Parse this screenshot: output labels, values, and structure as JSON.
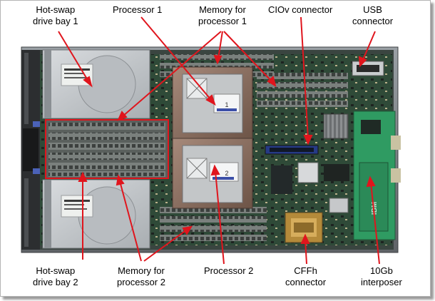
{
  "labels": {
    "hotswap1": [
      "Hot-swap",
      "drive bay 1"
    ],
    "processor1": [
      "Processor 1"
    ],
    "memory1": [
      "Memory for",
      "processor 1"
    ],
    "ciov": [
      "CIOv connector"
    ],
    "usb": [
      "USB",
      "connector"
    ],
    "hotswap2": [
      "Hot-swap",
      "drive bay 2"
    ],
    "memory2": [
      "Memory for",
      "processor 2"
    ],
    "processor2": [
      "Processor 2"
    ],
    "cffh": [
      "CFFh",
      "connector"
    ],
    "interposer": [
      "10Gb",
      "interposer"
    ]
  },
  "board_marks": {
    "cpu_digits": [
      "1",
      "2"
    ],
    "interposer_logo": "IBM"
  },
  "colors": {
    "callout": "#e0151d",
    "chassis": "#7b7f84",
    "pcb": "#2f4a38",
    "dimm": "#6d7370",
    "heatsink": "#8a6c5a",
    "interposer": "#2f9b62",
    "connector_blue": "#263a86",
    "cffh_gold": "#b48a3a"
  }
}
